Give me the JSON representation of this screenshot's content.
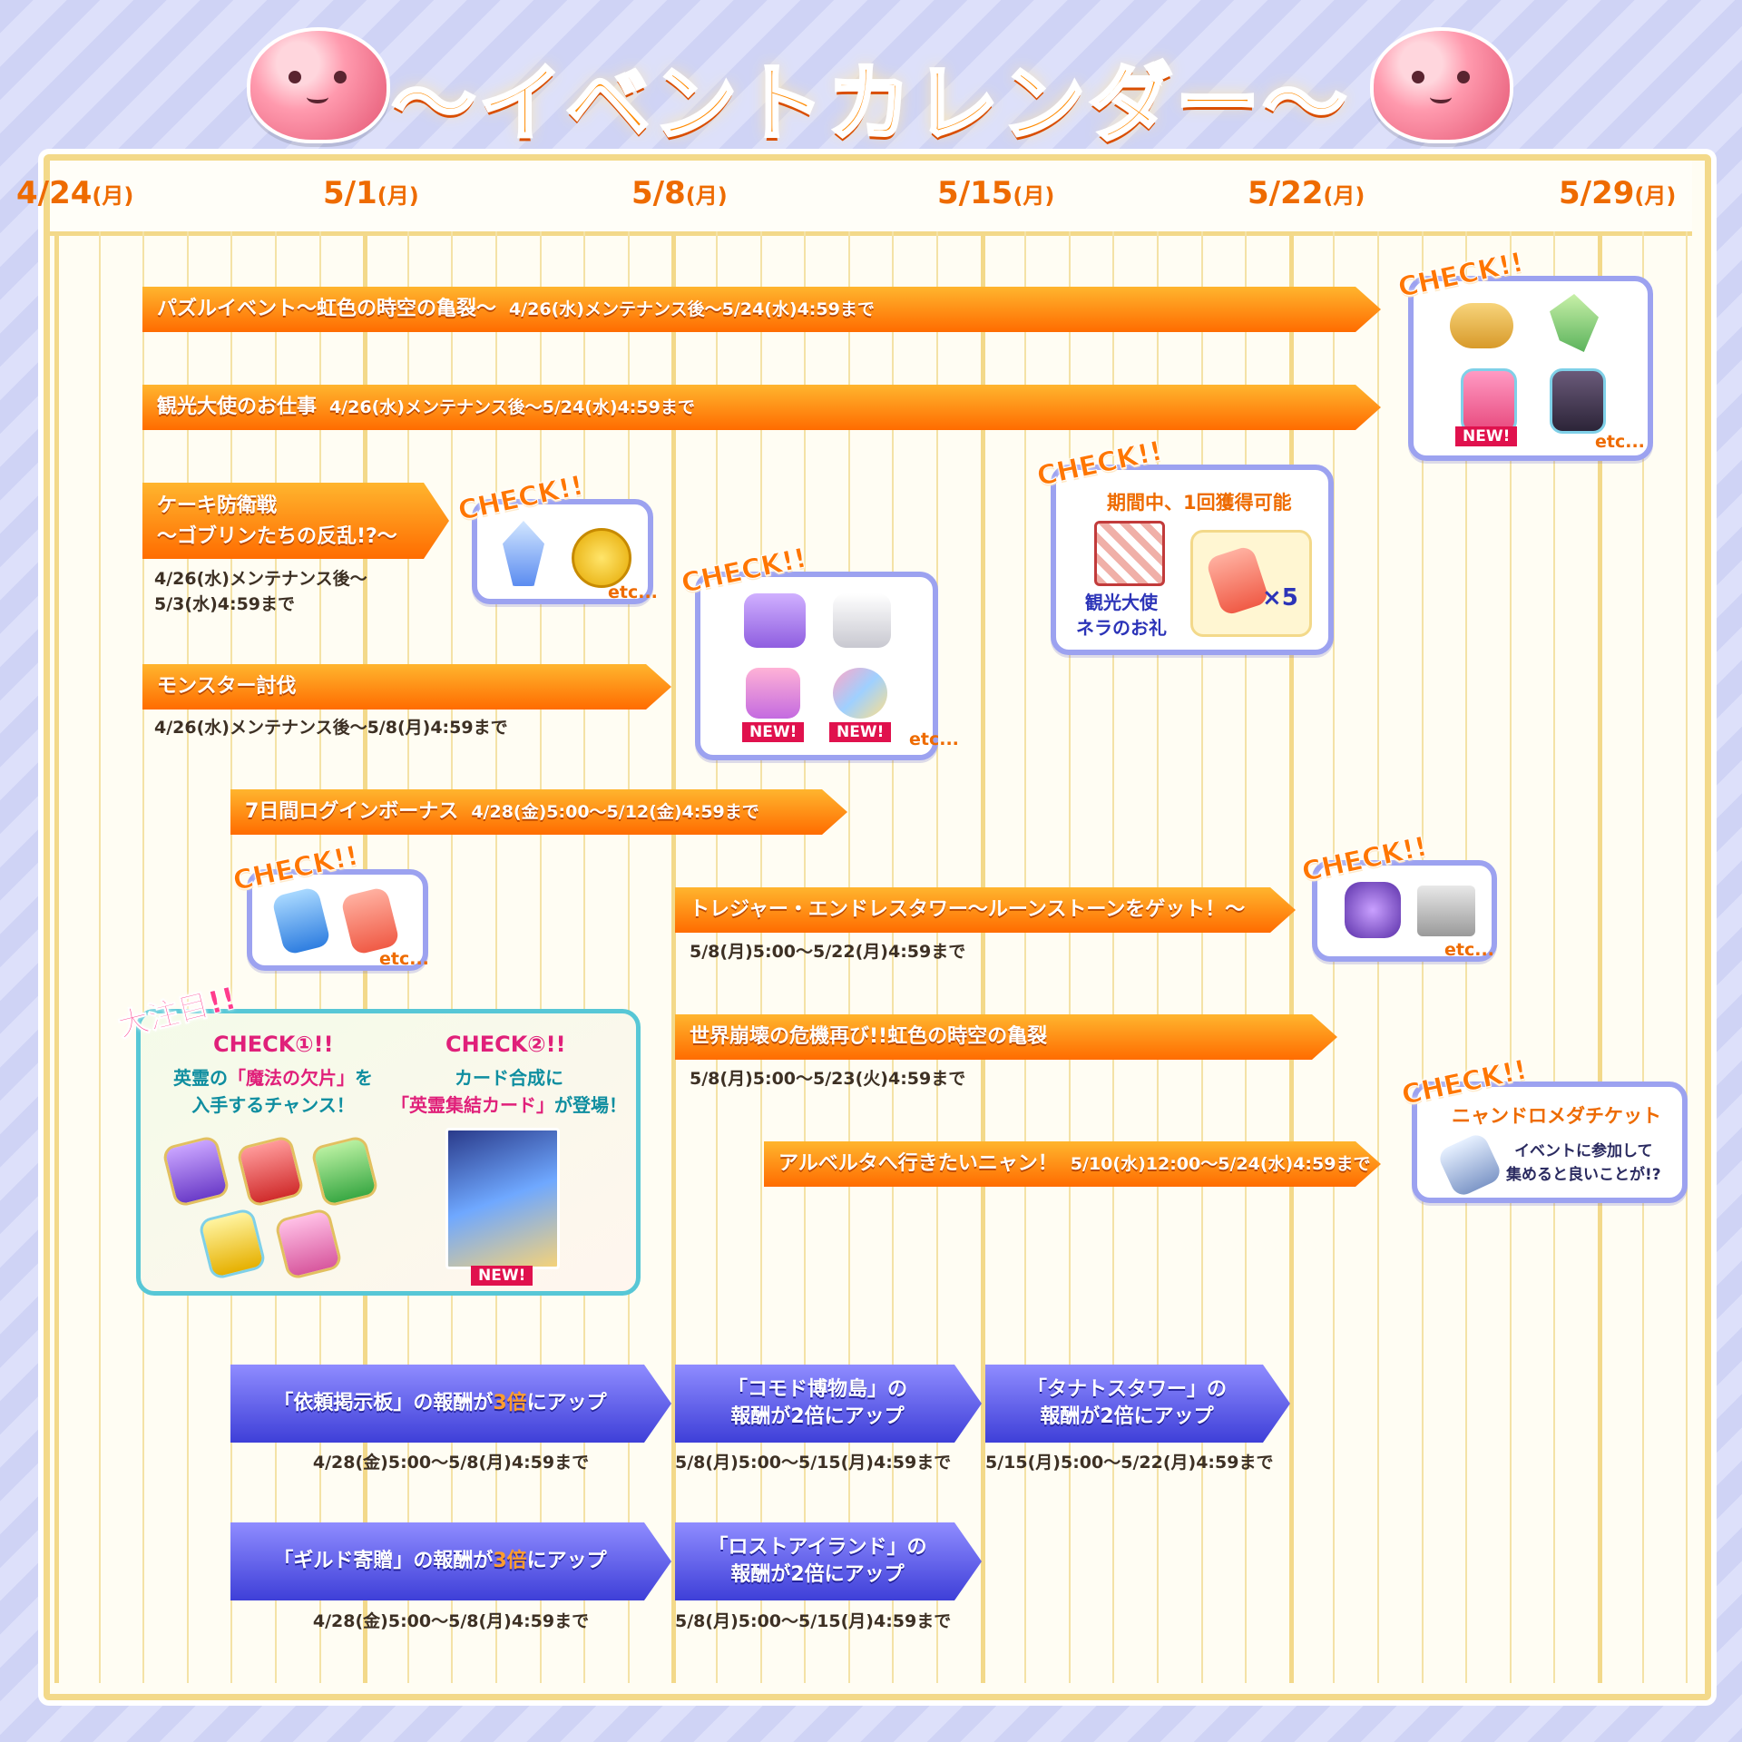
{
  "title": "～イベントカレンダー～",
  "dates": [
    {
      "date": "4/24",
      "dow": "(月)"
    },
    {
      "date": "5/1",
      "dow": "(月)"
    },
    {
      "date": "5/8",
      "dow": "(月)"
    },
    {
      "date": "5/15",
      "dow": "(月)"
    },
    {
      "date": "5/22",
      "dow": "(月)"
    },
    {
      "date": "5/29",
      "dow": "(月)"
    }
  ],
  "events": {
    "puzzle": {
      "name": "パズルイベント～虹色の時空の亀裂～",
      "period": "4/26(水)メンテナンス後～5/24(水)4:59まで"
    },
    "ambassador": {
      "name": "観光大使のお仕事",
      "period": "4/26(水)メンテナンス後～5/24(水)4:59まで"
    },
    "cake": {
      "name_line1": "ケーキ防衛戦",
      "name_line2": "～ゴブリンたちの反乱!?～",
      "period_line1": "4/26(水)メンテナンス後～",
      "period_line2": "5/3(水)4:59まで"
    },
    "monster": {
      "name": "モンスター討伐",
      "period": "4/26(水)メンテナンス後～5/8(月)4:59まで"
    },
    "login": {
      "name": "7日間ログインボーナス",
      "period": "4/28(金)5:00～5/12(金)4:59まで"
    },
    "treasure": {
      "name": "トレジャー・エンドレスタワー～ルーンストーンをゲット！～",
      "period": "5/8(月)5:00～5/22(月)4:59まで"
    },
    "world": {
      "name": "世界崩壊の危機再び!!虹色の時空の亀裂",
      "period": "5/8(月)5:00～5/23(火)4:59まで"
    },
    "alberta": {
      "name": "アルベルタへ行きたいニャン！",
      "period": "5/10(水)12:00～5/24(水)4:59まで"
    }
  },
  "campaigns": {
    "request": {
      "pre": "「依頼掲示板」の報酬が",
      "hi": "3倍",
      "post": "にアップ",
      "period": "4/28(金)5:00～5/8(月)4:59まで"
    },
    "guild": {
      "pre": "「ギルド寄贈」の報酬が",
      "hi": "3倍",
      "post": "にアップ",
      "period": "4/28(金)5:00～5/8(月)4:59まで"
    },
    "comodo": {
      "line1": "「コモド博物島」の",
      "line2": "報酬が2倍にアップ",
      "period": "5/8(月)5:00～5/15(月)4:59まで"
    },
    "lost": {
      "line1": "「ロストアイランド」の",
      "line2": "報酬が2倍にアップ",
      "period": "5/8(月)5:00～5/15(月)4:59まで"
    },
    "thanatos": {
      "line1": "「タナトスタワー」の",
      "line2": "報酬が2倍にアップ",
      "period": "5/15(月)5:00～5/22(月)4:59まで"
    }
  },
  "callouts": {
    "check": "CHECK!!",
    "etc": "etc...",
    "new": "NEW!",
    "ambassador_once": "期間中、1回獲得可能",
    "ambassador_gift_line1": "観光大使",
    "ambassador_gift_line2": "ネラのお礼",
    "ambassador_count": "×5",
    "nyan_ticket": "ニャンドロメダチケット",
    "nyan_desc_line1": "イベントに参加して",
    "nyan_desc_line2": "集めると良いことが!?"
  },
  "attention": {
    "label": "大注目!!",
    "check1": "CHECK①!!",
    "check1_line1_pre": "英霊の",
    "check1_line1_hi": "「魔法の欠片」",
    "check1_line1_post": "を",
    "check1_line2": "入手するチャンス！",
    "check2": "CHECK②!!",
    "check2_line1": "カード合成に",
    "check2_line2_hi": "「英霊集結カード」",
    "check2_line2_post": "が登場！"
  },
  "colors": {
    "orange_bar": "#ff8a00",
    "blue_bar": "#4b4be0",
    "bubble_border": "#9ca2f0",
    "grid_major": "#f3d98a",
    "accent": "#ee6b00"
  }
}
